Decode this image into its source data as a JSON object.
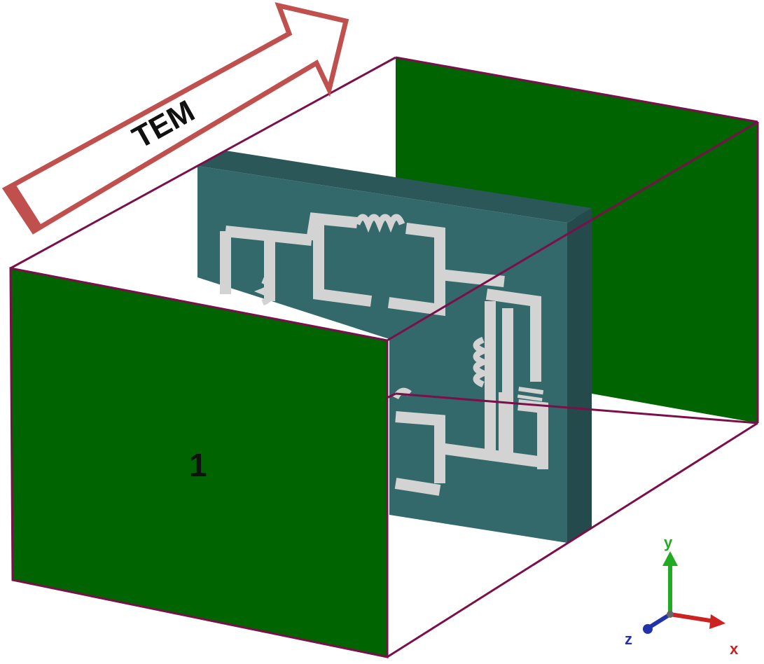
{
  "labels": {
    "wave_mode": "TEM",
    "port_number": "1"
  },
  "axes": {
    "x": "x",
    "y": "y",
    "z": "z"
  },
  "colors": {
    "port_face": "#006400",
    "port_edge": "#7a0f4a",
    "box_edge": "#7a0f4a",
    "substrate_front": "#33696b",
    "substrate_side": "#244a4c",
    "substrate_top": "#2c5759",
    "trace": "#d3d3d3",
    "arrow": "#c0504d",
    "axis_x": "#cc2222",
    "axis_y": "#22aa22",
    "axis_z": "#2233aa"
  }
}
